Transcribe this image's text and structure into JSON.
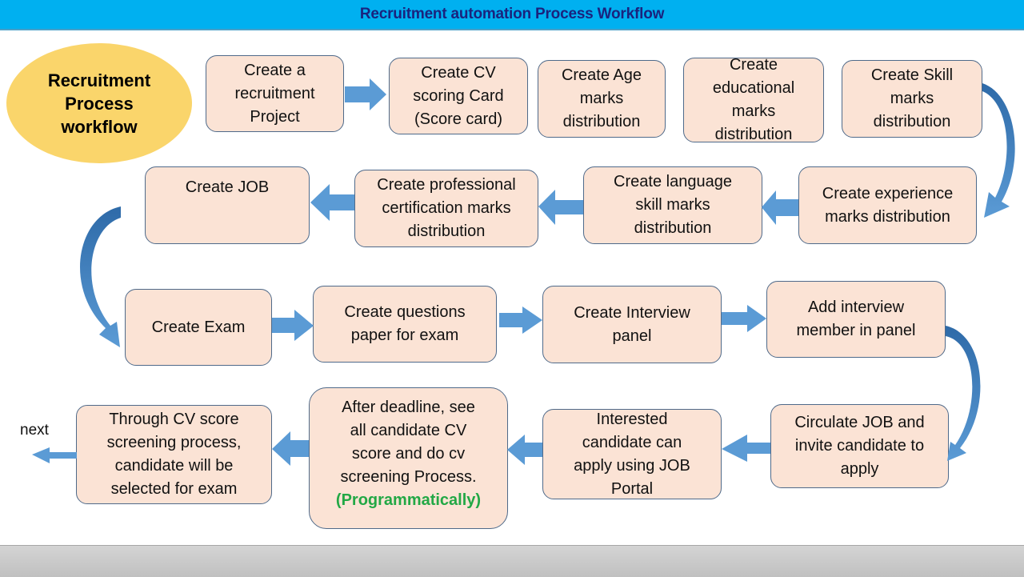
{
  "header": {
    "title": "Recruitment automation Process  Workflow"
  },
  "oval": {
    "label": "Recruitment\nProcess\nworkflow"
  },
  "colors": {
    "title_bar": "#00b0f0",
    "title_text": "#1a237e",
    "box_fill": "#fbe3d5",
    "oval_fill": "#fad56b",
    "arrow": "#5b9bd5",
    "highlight": "#22a845"
  },
  "steps": [
    {
      "id": "create-recruitment-project",
      "label": "Create a\nrecruitment\nProject"
    },
    {
      "id": "create-cv-scoring-card",
      "label": "Create CV\nscoring Card\n(Score card)"
    },
    {
      "id": "create-age-marks",
      "label": "Create Age\nmarks\ndistribution"
    },
    {
      "id": "create-educational-marks",
      "label": "Create\neducational\nmarks\ndistribution"
    },
    {
      "id": "create-skill-marks",
      "label": "Create Skill\nmarks\ndistribution"
    },
    {
      "id": "create-experience-marks",
      "label": "Create experience\nmarks distribution"
    },
    {
      "id": "create-language-marks",
      "label": "Create language\nskill marks\ndistribution"
    },
    {
      "id": "create-certification-marks",
      "label": "Create professional\ncertification marks\ndistribution"
    },
    {
      "id": "create-job",
      "label": "Create JOB"
    },
    {
      "id": "create-exam",
      "label": "Create Exam"
    },
    {
      "id": "create-questions-paper",
      "label": "Create questions\npaper for exam"
    },
    {
      "id": "create-interview-panel",
      "label": "Create Interview\npanel"
    },
    {
      "id": "add-interview-member",
      "label": "Add interview\nmember in panel"
    },
    {
      "id": "circulate-job",
      "label": "Circulate JOB and\ninvite candidate to\napply"
    },
    {
      "id": "candidate-apply",
      "label": "Interested\ncandidate can\napply using JOB\nPortal"
    },
    {
      "id": "cv-screening",
      "label": "After deadline, see\nall candidate CV\nscore and do cv\nscreening Process.",
      "note": "(Programmatically)"
    },
    {
      "id": "select-for-exam",
      "label": "Through CV score\nscreening process,\ncandidate will be\nselected for exam"
    }
  ],
  "next_label": "next"
}
